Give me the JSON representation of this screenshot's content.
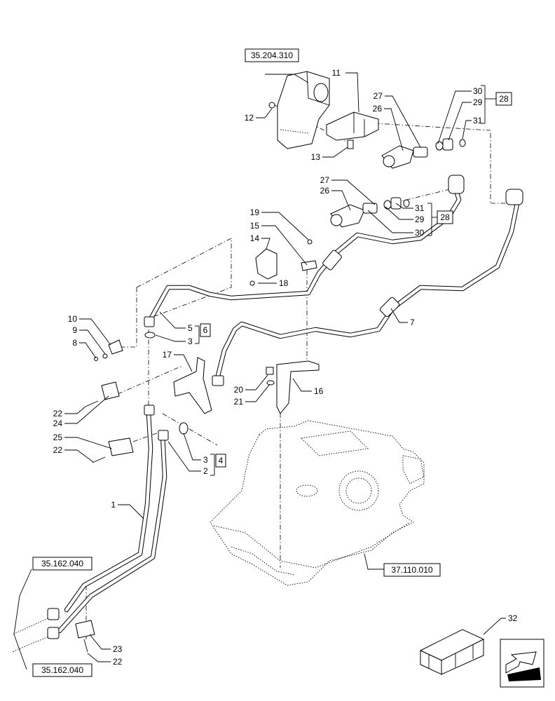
{
  "refs": {
    "r1": "35.204.310",
    "r2": "35.162.040",
    "r3": "35.162.040",
    "r4": "37.110.010"
  },
  "callouts": {
    "c1": "1",
    "c2": "2",
    "c3a": "3",
    "c3b": "3",
    "c4": "4",
    "c5": "5",
    "c6": "6",
    "c7": "7",
    "c8": "8",
    "c9": "9",
    "c10": "10",
    "c11": "11",
    "c12": "12",
    "c13": "13",
    "c14": "14",
    "c15": "15",
    "c16": "16",
    "c17": "17",
    "c18": "18",
    "c19": "19",
    "c20": "20",
    "c21": "21",
    "c22a": "22",
    "c22b": "22",
    "c22c": "22",
    "c23": "23",
    "c24": "24",
    "c25": "25",
    "c26a": "26",
    "c26b": "26",
    "c27a": "27",
    "c27b": "27",
    "c28a": "28",
    "c28b": "28",
    "c29a": "29",
    "c29b": "29",
    "c30a": "30",
    "c30b": "30",
    "c31a": "31",
    "c31b": "31",
    "c32": "32"
  }
}
